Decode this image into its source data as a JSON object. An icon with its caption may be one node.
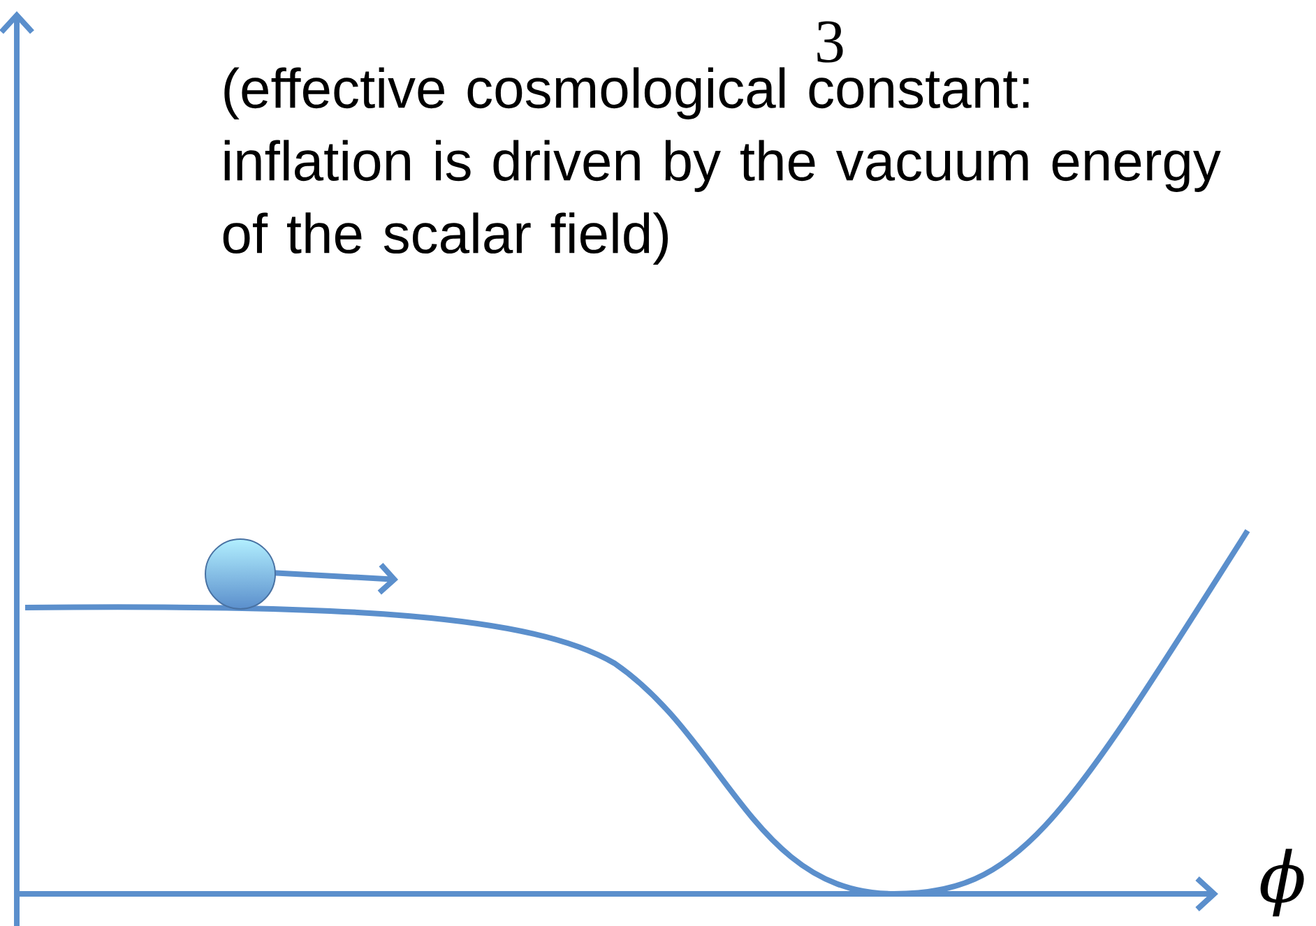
{
  "diagram": {
    "labels": [
      "3",
      "(effective cosmological constant: inflation is driven by the vacuum energy of the scalar field)",
      "ϕ"
    ]
  }
}
